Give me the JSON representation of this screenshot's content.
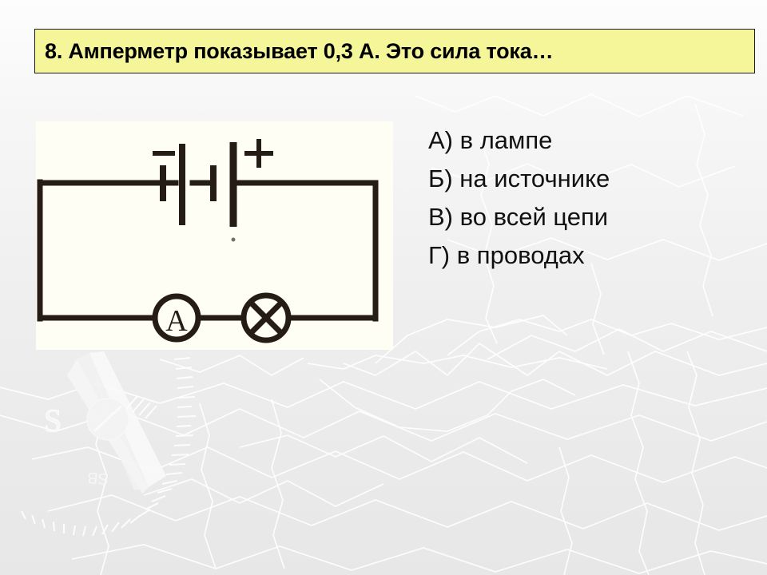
{
  "slide": {
    "title": "8. Амперметр показывает 0,3 А. Это сила тока…",
    "title_background_color": "#f5f59a",
    "title_border_color": "#1a1a1a",
    "background_color": "#ededed"
  },
  "answers": [
    {
      "label": "А) в лампе"
    },
    {
      "label": "Б) на источнике"
    },
    {
      "label": "В) во всей цепи"
    },
    {
      "label": "Г) в проводах"
    }
  ],
  "circuit": {
    "panel_background_color": "#fffef4",
    "ink_color": "#211a14",
    "battery": {
      "negative_terminal_label": "−",
      "positive_terminal_label": "+"
    },
    "ammeter": {
      "symbol_label": "A"
    },
    "lamp": {
      "symbol_label": "X"
    }
  },
  "decor": {
    "compass_label_s": "S",
    "compass_label_sw": "SB"
  }
}
